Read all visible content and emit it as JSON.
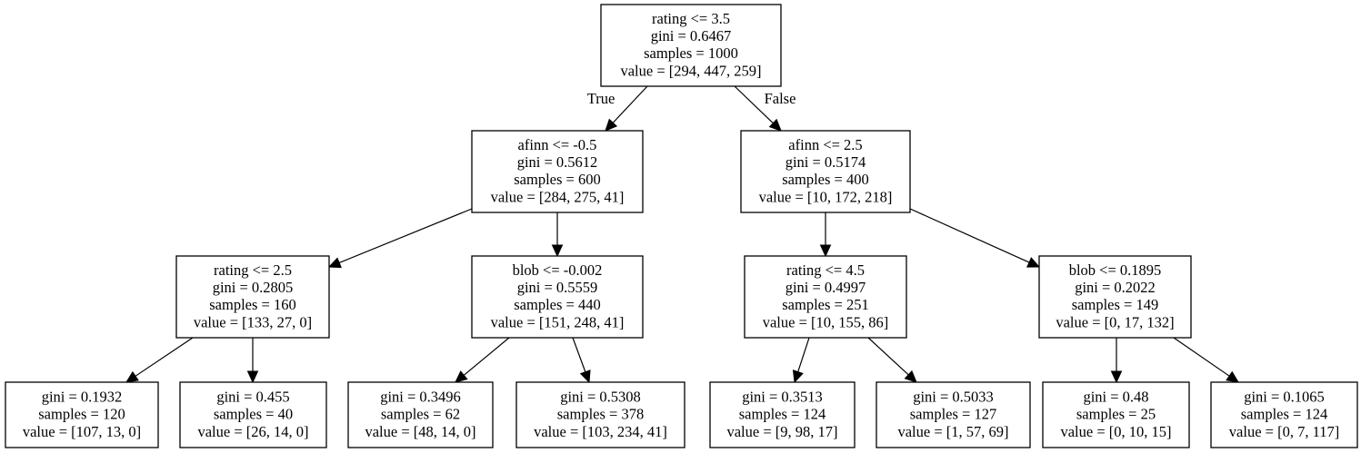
{
  "tree": {
    "nodes": [
      {
        "id": "n0",
        "lines": [
          "rating <= 3.5",
          "gini = 0.6467",
          "samples = 1000",
          "value = [294, 447, 259]"
        ]
      },
      {
        "id": "n1",
        "lines": [
          "afinn <= -0.5",
          "gini = 0.5612",
          "samples = 600",
          "value = [284, 275, 41]"
        ]
      },
      {
        "id": "n2",
        "lines": [
          "afinn <= 2.5",
          "gini = 0.5174",
          "samples = 400",
          "value = [10, 172, 218]"
        ]
      },
      {
        "id": "n3",
        "lines": [
          "rating <= 2.5",
          "gini = 0.2805",
          "samples = 160",
          "value = [133, 27, 0]"
        ]
      },
      {
        "id": "n4",
        "lines": [
          "blob <= -0.002",
          "gini = 0.5559",
          "samples = 440",
          "value = [151, 248, 41]"
        ]
      },
      {
        "id": "n5",
        "lines": [
          "rating <= 4.5",
          "gini = 0.4997",
          "samples = 251",
          "value = [10, 155, 86]"
        ]
      },
      {
        "id": "n6",
        "lines": [
          "blob <= 0.1895",
          "gini = 0.2022",
          "samples = 149",
          "value = [0, 17, 132]"
        ]
      },
      {
        "id": "n7",
        "lines": [
          "gini = 0.1932",
          "samples = 120",
          "value = [107, 13, 0]"
        ]
      },
      {
        "id": "n8",
        "lines": [
          "gini = 0.455",
          "samples = 40",
          "value = [26, 14, 0]"
        ]
      },
      {
        "id": "n9",
        "lines": [
          "gini = 0.3496",
          "samples = 62",
          "value = [48, 14, 0]"
        ]
      },
      {
        "id": "n10",
        "lines": [
          "gini = 0.5308",
          "samples = 378",
          "value = [103, 234, 41]"
        ]
      },
      {
        "id": "n11",
        "lines": [
          "gini = 0.3513",
          "samples = 124",
          "value = [9, 98, 17]"
        ]
      },
      {
        "id": "n12",
        "lines": [
          "gini = 0.5033",
          "samples = 127",
          "value = [1, 57, 69]"
        ]
      },
      {
        "id": "n13",
        "lines": [
          "gini = 0.48",
          "samples = 25",
          "value = [0, 10, 15]"
        ]
      },
      {
        "id": "n14",
        "lines": [
          "gini = 0.1065",
          "samples = 124",
          "value = [0, 7, 117]"
        ]
      }
    ],
    "edges": [
      {
        "from": "n0",
        "to": "n1",
        "label": "True"
      },
      {
        "from": "n0",
        "to": "n2",
        "label": "False"
      },
      {
        "from": "n1",
        "to": "n3"
      },
      {
        "from": "n1",
        "to": "n4"
      },
      {
        "from": "n2",
        "to": "n5"
      },
      {
        "from": "n2",
        "to": "n6"
      },
      {
        "from": "n3",
        "to": "n7"
      },
      {
        "from": "n3",
        "to": "n8"
      },
      {
        "from": "n4",
        "to": "n9"
      },
      {
        "from": "n4",
        "to": "n10"
      },
      {
        "from": "n5",
        "to": "n11"
      },
      {
        "from": "n5",
        "to": "n12"
      },
      {
        "from": "n6",
        "to": "n13"
      },
      {
        "from": "n6",
        "to": "n14"
      }
    ]
  }
}
